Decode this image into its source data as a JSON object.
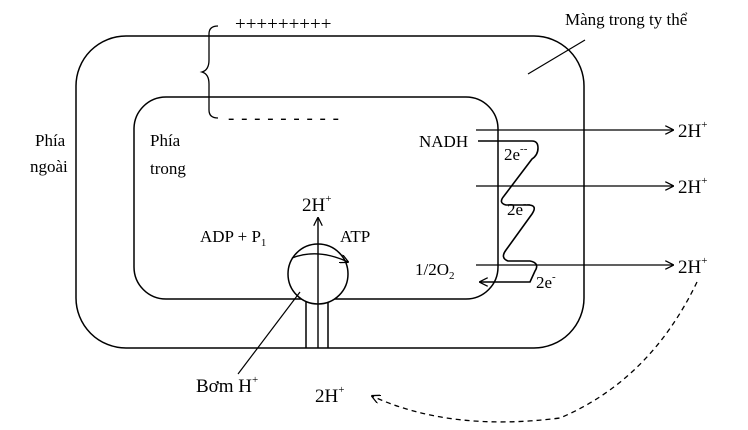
{
  "labels": {
    "positive_charges": "+++++++++",
    "negative_charges": "- - - - - - - - -",
    "inner_membrane": "Màng trong ty thể",
    "outside_line1": "Phía",
    "outside_line2": "ngoài",
    "inside_line1": "Phía",
    "inside_line2": "trong",
    "nadh": "NADH",
    "electron_base": "2e",
    "electron_sup": "--",
    "electron_sup_last": "-",
    "proton_base": "2H",
    "proton_sup": "+",
    "adp_base": "ADP + P",
    "adp_sub": "1",
    "atp": "ATP",
    "oxygen_base": "1/2O",
    "oxygen_sub": "2",
    "pump_base": "Bơm H",
    "pump_sup": "+"
  }
}
